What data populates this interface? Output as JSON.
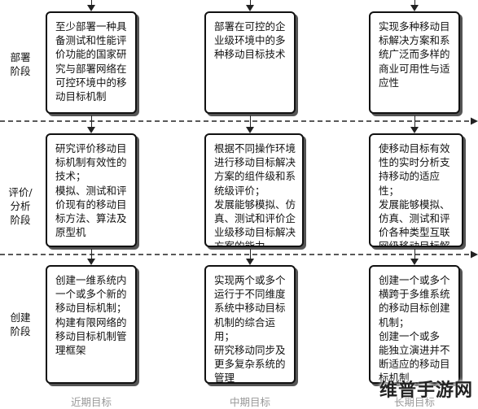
{
  "stages": {
    "deploy": "部署\n阶段",
    "evaluate": "评价/\n分析\n阶段",
    "create": "创建\n阶段"
  },
  "boxes": {
    "deploy_near": "至少部署一种具\n备测试和性能评\n价功能的国家研\n究与部署网络在\n可控环境中的移\n动目标机制",
    "deploy_mid": "部署在可控的企\n业级环境中的多\n种移动目标技术",
    "deploy_long": "实现多种移动目\n标解决方案和系\n统广泛而多样的\n商业可用性与适\n应性",
    "eval_near": "研究评价移动目\n标机制有效性的\n技术；\n模拟、测试和评\n价现有的移动目\n标方法、算法及\n原型机",
    "eval_mid": "根据不同操作环境\n进行移动目标解决\n方案的组件级和系\n统级评价；\n发展能够模拟、仿\n真、测试和评价企\n业级移动目标解决\n方案的能力",
    "eval_long": "使移动目标有效\n性的实时分析支\n持移动的适应性；\n发展能够模拟、\n仿真、测试和评\n价各种类型互联\n网级移动目标解\n决方案的能力",
    "create_near": "创建一维系统内\n一个或多个新的\n移动目标机制；\n构建有限网络的\n移动目标机制管\n理框架",
    "create_mid": "实现两个或多个\n运行于不同维度\n系统中移动目标\n机制的综合运用；\n研究移动同步及\n更多复杂系统的\n管理",
    "create_long": "创建一个或多个\n横跨于多维系统\n的移动目标创建\n机制；\n创建一个或多\n能独立演进并不\n断适应的移动目\n标机制"
  },
  "timeline": {
    "near": "近期目标",
    "mid": "中期目标",
    "long": "长期目标"
  },
  "watermark": "维普手游网"
}
